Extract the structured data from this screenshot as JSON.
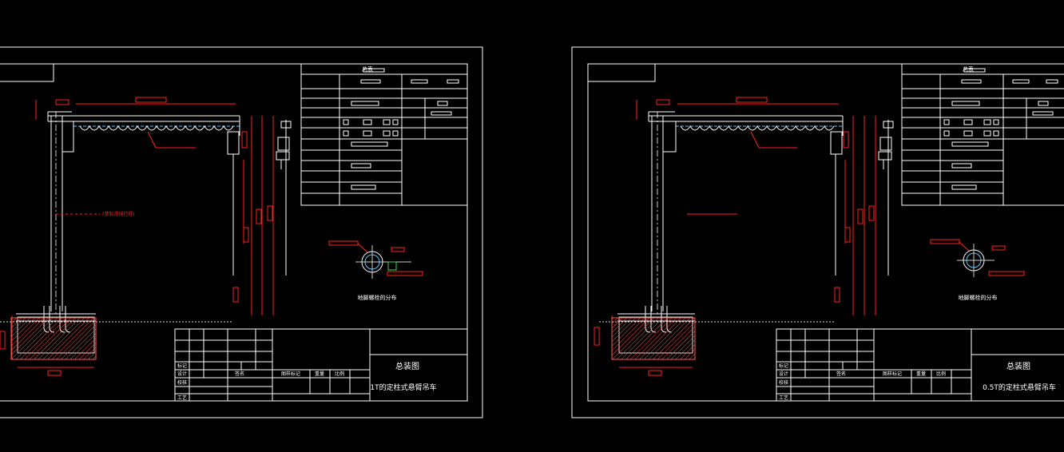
{
  "colors": {
    "background": "#000000",
    "line": "#ffffff",
    "dimension": "#ff2020",
    "hatch": "#ff5555",
    "accent_green": "#33dd55",
    "accent_cyan": "#55c8ff"
  },
  "sheets": [
    {
      "id": "left",
      "title_label": "总装图",
      "drawing_name": "1T的定柱式悬臂吊车",
      "detail_caption": "地脚螺栓的分布",
      "note_label": "(单轨滑线行程)",
      "table_header": "总表",
      "block_labels": {
        "design": "设计",
        "check": "校核",
        "process": "工艺",
        "mark": "标记",
        "sign": "签名",
        "scale_row": "图样标记",
        "weight": "重量",
        "ratio": "比例"
      }
    },
    {
      "id": "right",
      "title_label": "总装图",
      "drawing_name": "0.5T的定柱式悬臂吊车",
      "detail_caption": "地脚螺栓的分布",
      "note_label": "",
      "table_header": "总表",
      "block_labels": {
        "design": "设计",
        "check": "校核",
        "process": "工艺",
        "mark": "标记",
        "sign": "签名",
        "scale_row": "图样标记",
        "weight": "重量",
        "ratio": "比例"
      }
    }
  ]
}
